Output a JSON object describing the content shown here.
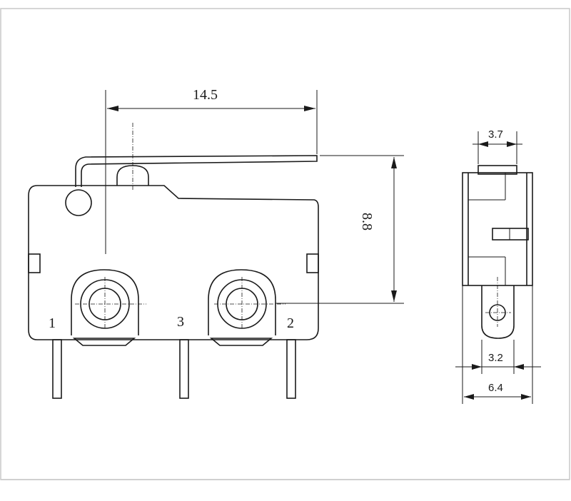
{
  "front_view": {
    "dim_width": "14.5",
    "dim_height": "8.8",
    "pin_labels": [
      "1",
      "3",
      "2"
    ]
  },
  "side_view": {
    "dim_actuator": "3.7",
    "dim_terminal": "3.2",
    "dim_body": "6.4"
  },
  "colors": {
    "line": "#1a1a1a",
    "frame": "#c9c9c9",
    "background": "#ffffff"
  }
}
